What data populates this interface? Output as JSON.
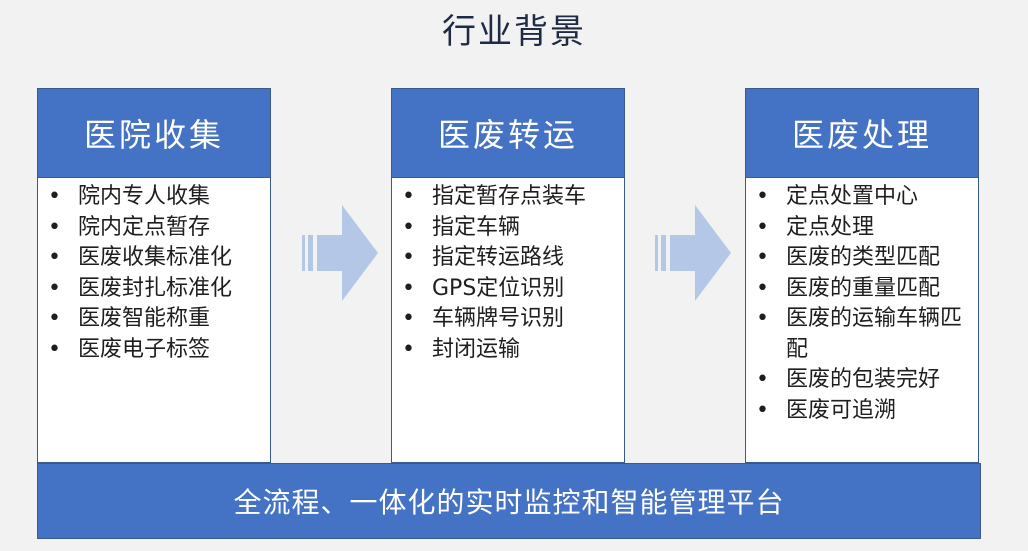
{
  "title": "行业背景",
  "columns": [
    {
      "header": "医院收集",
      "items": [
        "院内专人收集",
        "院内定点暂存",
        "医废收集标准化",
        "医废封扎标准化",
        "医废智能称重",
        "医废电子标签"
      ]
    },
    {
      "header": "医废转运",
      "items": [
        "指定暂存点装车",
        "指定车辆",
        "指定转运路线",
        "GPS定位识别",
        "车辆牌号识别",
        "封闭运输"
      ]
    },
    {
      "header": "医废处理",
      "items": [
        "定点处置中心",
        "定点处理",
        "医废的类型匹配",
        "医废的重量匹配",
        "医废的运输车辆匹配",
        "医废的包装完好",
        "医废可追溯"
      ]
    }
  ],
  "bullet": "•",
  "bottom_bar": "全流程、一体化的实时监控和智能管理平台",
  "colors": {
    "header_fill": "#4472c4",
    "arrow_fill": "#b4c7e7",
    "background": "#f2f2f2"
  }
}
